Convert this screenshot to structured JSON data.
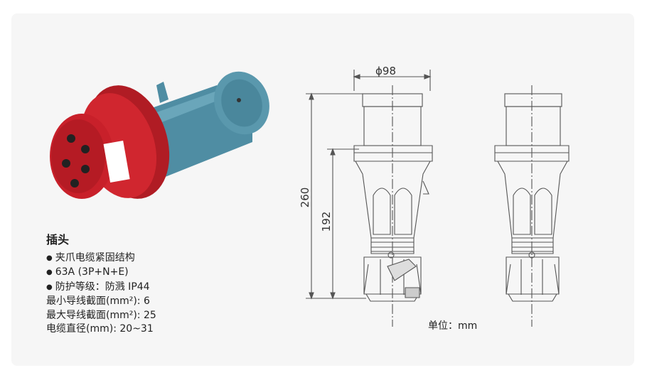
{
  "product": {
    "title": "插头",
    "features": [
      "夹爪电缆紧固结构",
      "63A (3P+N+E)",
      "防护等级：防溅  IP44"
    ],
    "specs": [
      {
        "label": "最小导线截面(mm²): ",
        "value": "6"
      },
      {
        "label": "最大导线截面(mm²): ",
        "value": "25"
      },
      {
        "label": "电缆直径(mm): ",
        "value": "20~31"
      }
    ]
  },
  "drawing": {
    "diameter_label": "ϕ98",
    "height_total": "260",
    "height_partial": "192",
    "unit_label": "单位：mm"
  },
  "colors": {
    "plug_red": "#c8202a",
    "plug_teal": "#4f8da3",
    "line": "#555555"
  }
}
